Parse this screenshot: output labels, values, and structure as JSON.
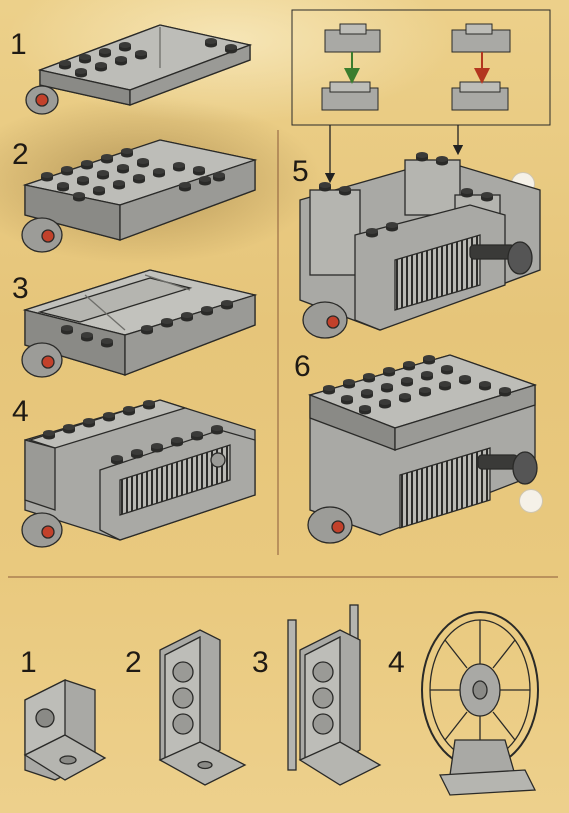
{
  "steps_top": [
    {
      "label": "1"
    },
    {
      "label": "2"
    },
    {
      "label": "3"
    },
    {
      "label": "4"
    },
    {
      "label": "5"
    },
    {
      "label": "6"
    }
  ],
  "steps_bottom": [
    {
      "label": "1"
    },
    {
      "label": "2"
    },
    {
      "label": "3"
    },
    {
      "label": "4"
    }
  ],
  "colors": {
    "page": "#e9c878",
    "brick": "#a9a9a5",
    "brick_dark": "#6e6e6a",
    "outline": "#2a2a28",
    "arrow": "#3a7d2e",
    "arrow_red": "#b3361f",
    "divider": "#8a5a3a"
  }
}
